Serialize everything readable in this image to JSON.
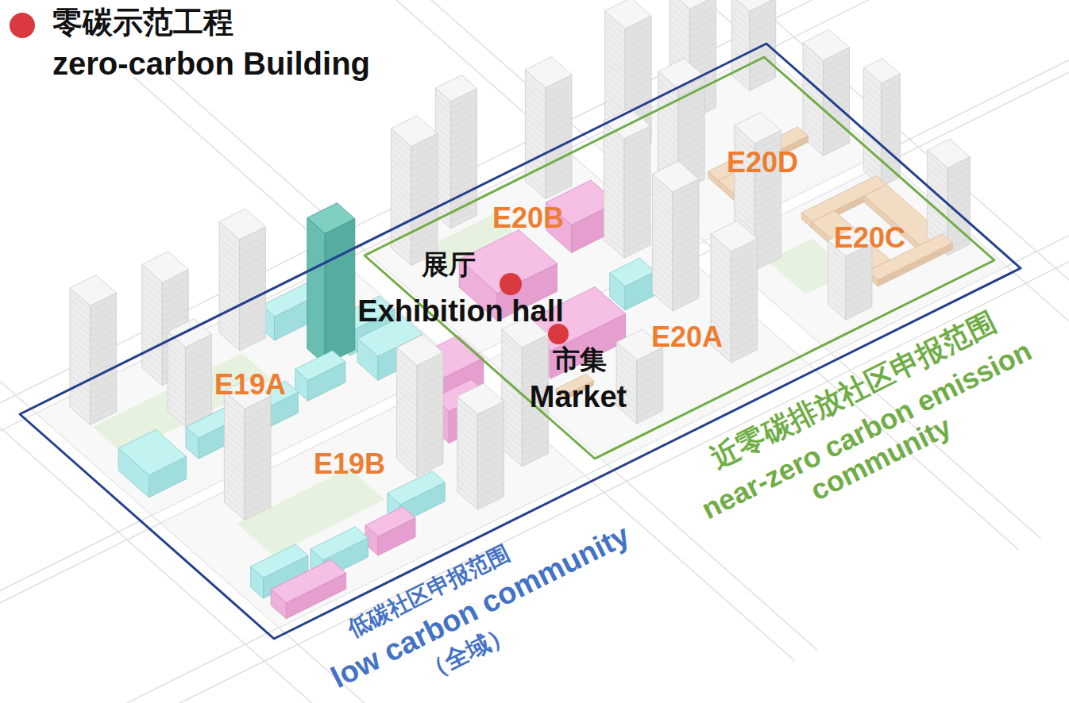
{
  "diagram": {
    "nodes": [
      {
        "text": [
          "低碳社区申报范围",
          "low carbon community",
          "（全域）"
        ]
      },
      {
        "text": [
          "近零碳排放社区申报范围",
          "near-zero carbon emission community"
        ],
        "in": 0
      }
    ],
    "labels": [
      "E20D",
      "E20B",
      "展厅",
      "Exhibition hall",
      "E20C",
      "E20A",
      "市集",
      "Market",
      "E19A",
      "E19B"
    ],
    "legend": [
      {
        "text": "零碳示范工程",
        "color": "#d9393f"
      },
      {
        "text": "zero-carbon Building"
      }
    ]
  }
}
